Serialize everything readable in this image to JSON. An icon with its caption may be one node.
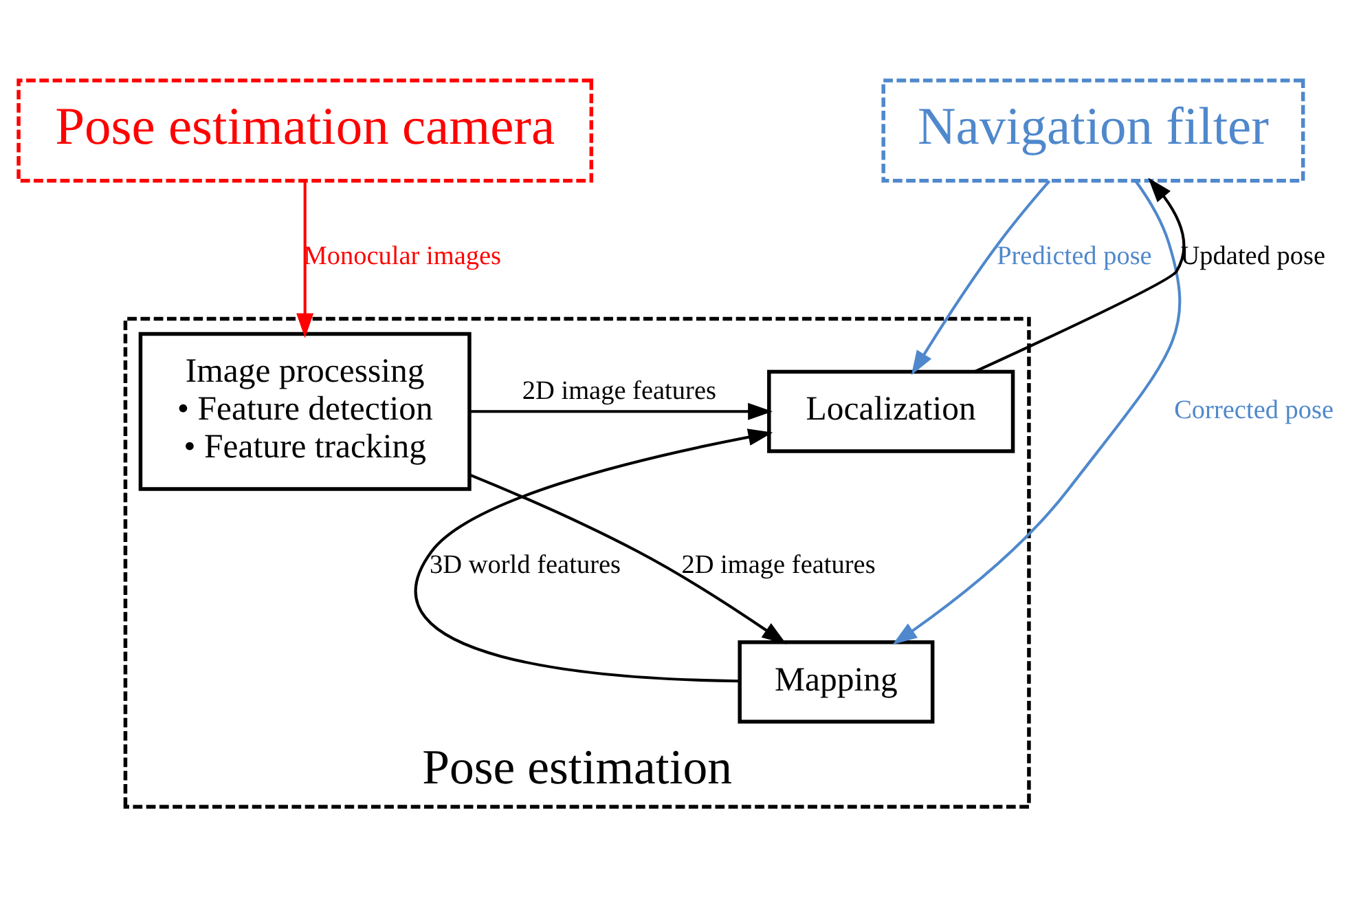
{
  "diagram": {
    "nodes": [
      {
        "text": [
          "Pose estimation camera"
        ]
      },
      {
        "text": [
          "Navigation filter"
        ]
      },
      {
        "text": [
          "Pose estimation"
        ]
      },
      {
        "text": [
          "Image processing",
          "• Feature detection",
          "• Feature tracking"
        ],
        "in": 2
      },
      {
        "text": [
          "Localization"
        ],
        "in": 2
      },
      {
        "text": [
          "Mapping"
        ],
        "in": 2
      }
    ],
    "edges": [
      {
        "from": 0,
        "to": 3,
        "arrow": "to",
        "label": "Monocular images",
        "color": "#ff0000"
      },
      {
        "from": 1,
        "to": 4,
        "arrow": "to",
        "label": "Predicted pose",
        "color": "#4f88cc"
      },
      {
        "from": 4,
        "to": 1,
        "arrow": "to",
        "label": "Updated pose"
      },
      {
        "from": 1,
        "to": 5,
        "arrow": "to",
        "label": "Corrected pose",
        "color": "#4f88cc"
      },
      {
        "from": 3,
        "to": 4,
        "arrow": "to",
        "label": "2D image features"
      },
      {
        "from": 5,
        "to": 4,
        "arrow": "to",
        "label": "3D world features"
      },
      {
        "from": 3,
        "to": 5,
        "arrow": "to",
        "label": "2D image features"
      }
    ]
  }
}
